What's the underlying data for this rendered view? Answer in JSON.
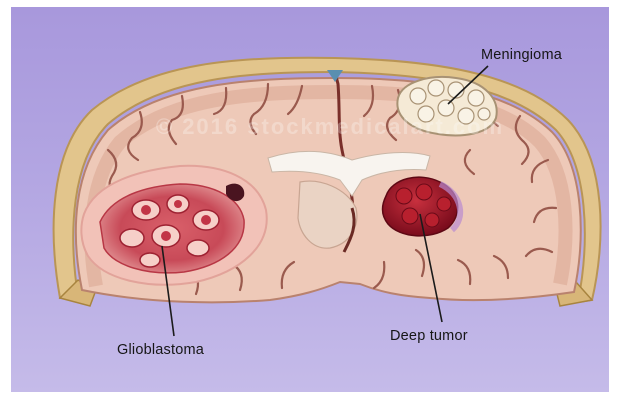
{
  "labels": {
    "meningioma": "Meningioma",
    "glioblastoma": "Glioblastoma",
    "deep_tumor": "Deep tumor"
  },
  "watermark": "© 2016 stockmedicalart.com",
  "colors": {
    "background": "#b3a6e2",
    "skull": "#e2c58c",
    "brain_tissue": "#eec9b8",
    "sulci": "#9a5a4e",
    "tumor_red": "#a8182a"
  }
}
